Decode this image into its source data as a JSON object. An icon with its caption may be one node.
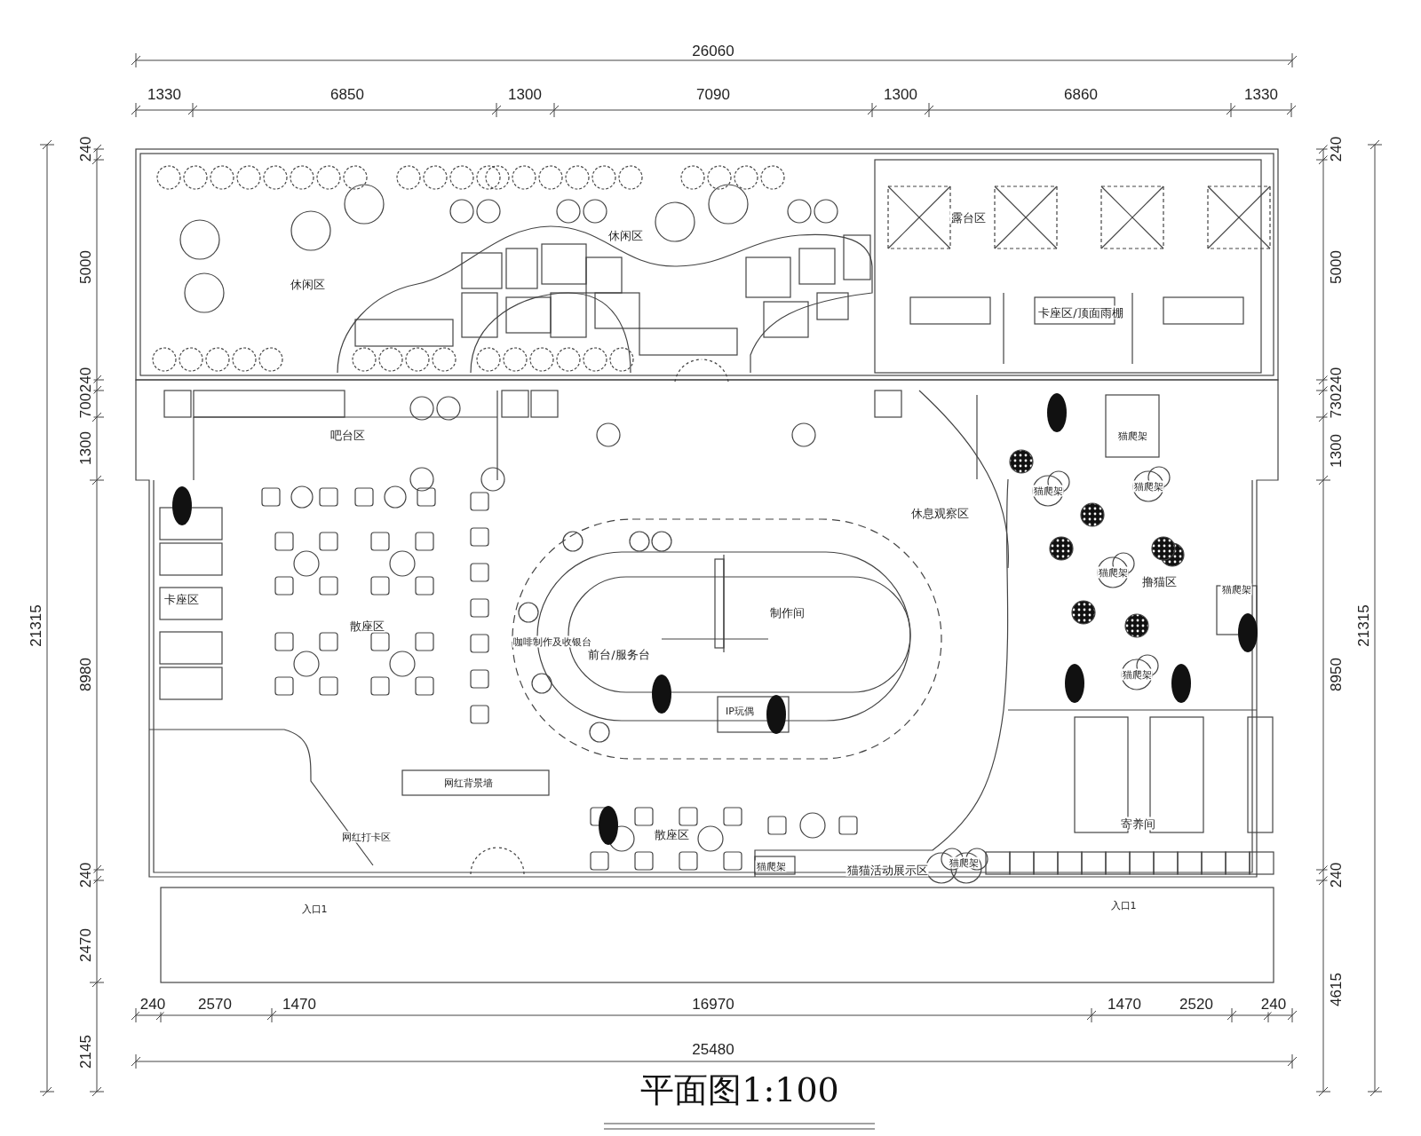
{
  "diagram": {
    "title": "平面图1:100",
    "labels": [
      "26060",
      "1330",
      "6850",
      "1300",
      "7090",
      "1300",
      "6860",
      "1330",
      "240",
      "5000",
      "240",
      "700",
      "1300",
      "8980",
      "240",
      "2470",
      "2145",
      "21315",
      "240",
      "5000",
      "240",
      "730",
      "1300",
      "8950",
      "240",
      "4615",
      "21315",
      "240",
      "2570",
      "1470",
      "16970",
      "1470",
      "2520",
      "240",
      "25480",
      "休闲区",
      "休闲区",
      "露台区",
      "卡座区/顶面雨棚",
      "吧台区",
      "休息观察区",
      "猫爬架",
      "猫爬架",
      "猫爬架",
      "猫爬架",
      "猫爬架",
      "猫爬架",
      "撸猫区",
      "卡座区",
      "散座区",
      "制作间",
      "咖啡制作及收银台",
      "前台/服务台",
      "IP玩偶",
      "网红背景墙",
      "网红打卡区",
      "散座区",
      "猫爬架",
      "猫猫活动展示区",
      "猫爬架",
      "寄养间",
      "入口1",
      "入口1"
    ]
  }
}
